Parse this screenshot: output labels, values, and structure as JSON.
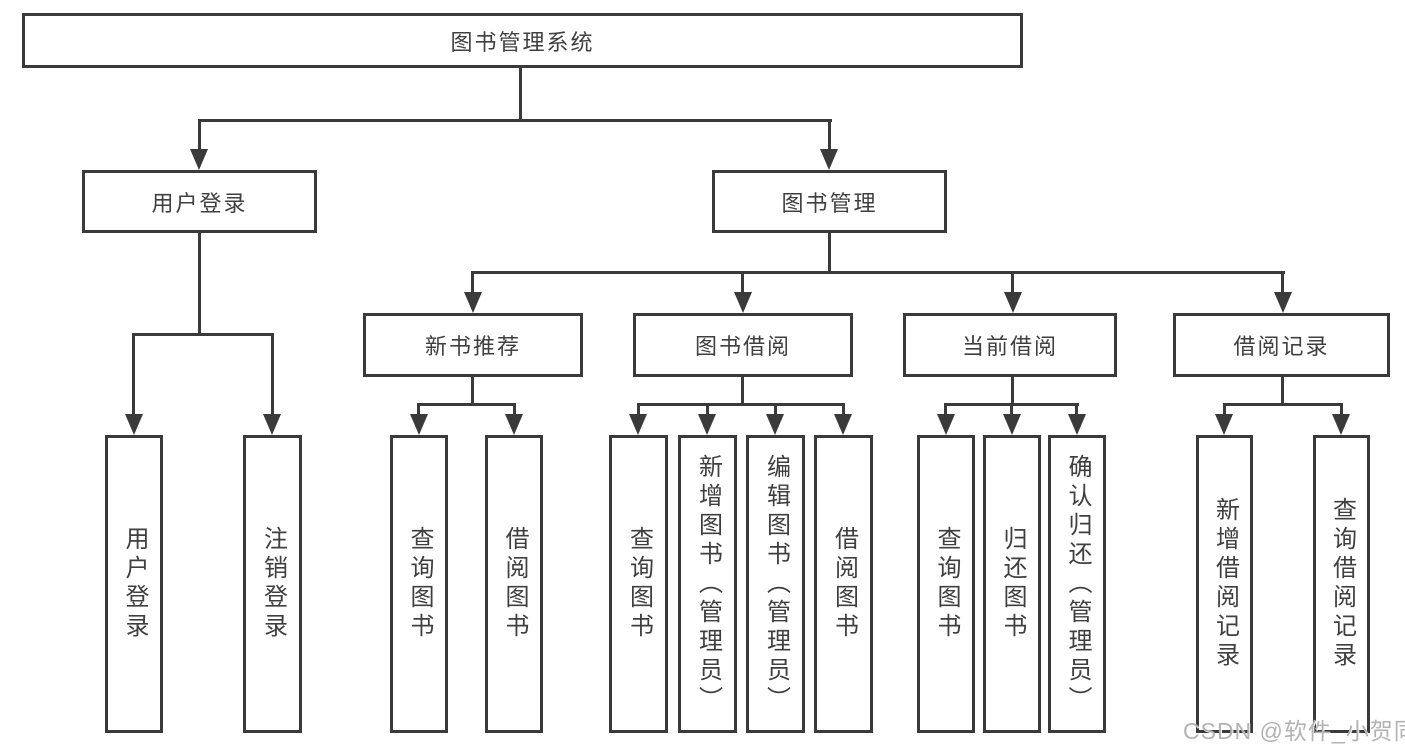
{
  "diagram_title": "图书管理系统",
  "tree": {
    "root": {
      "label": "图书管理系统",
      "children": [
        {
          "label": "用户登录",
          "children": [
            {
              "label": "用户登录"
            },
            {
              "label": "注销登录"
            }
          ]
        },
        {
          "label": "图书管理",
          "children": [
            {
              "label": "新书推荐",
              "children": [
                {
                  "label": "查询图书"
                },
                {
                  "label": "借阅图书"
                }
              ]
            },
            {
              "label": "图书借阅",
              "children": [
                {
                  "label": "查询图书"
                },
                {
                  "label": "新增图书（管理员）"
                },
                {
                  "label": "编辑图书（管理员）"
                },
                {
                  "label": "借阅图书"
                }
              ]
            },
            {
              "label": "当前借阅",
              "children": [
                {
                  "label": "查询图书"
                },
                {
                  "label": "归还图书"
                },
                {
                  "label": "确认归还（管理员）"
                }
              ]
            },
            {
              "label": "借阅记录",
              "children": [
                {
                  "label": "新增借阅记录"
                },
                {
                  "label": "查询借阅记录"
                }
              ]
            }
          ]
        }
      ]
    }
  },
  "watermark": {
    "text": "CSDN @软件_小贺同学"
  },
  "colors": {
    "line": "#3a3a3a",
    "text": "#3f3f3f",
    "background": "#ffffff",
    "watermark": "#b3b3b3"
  }
}
